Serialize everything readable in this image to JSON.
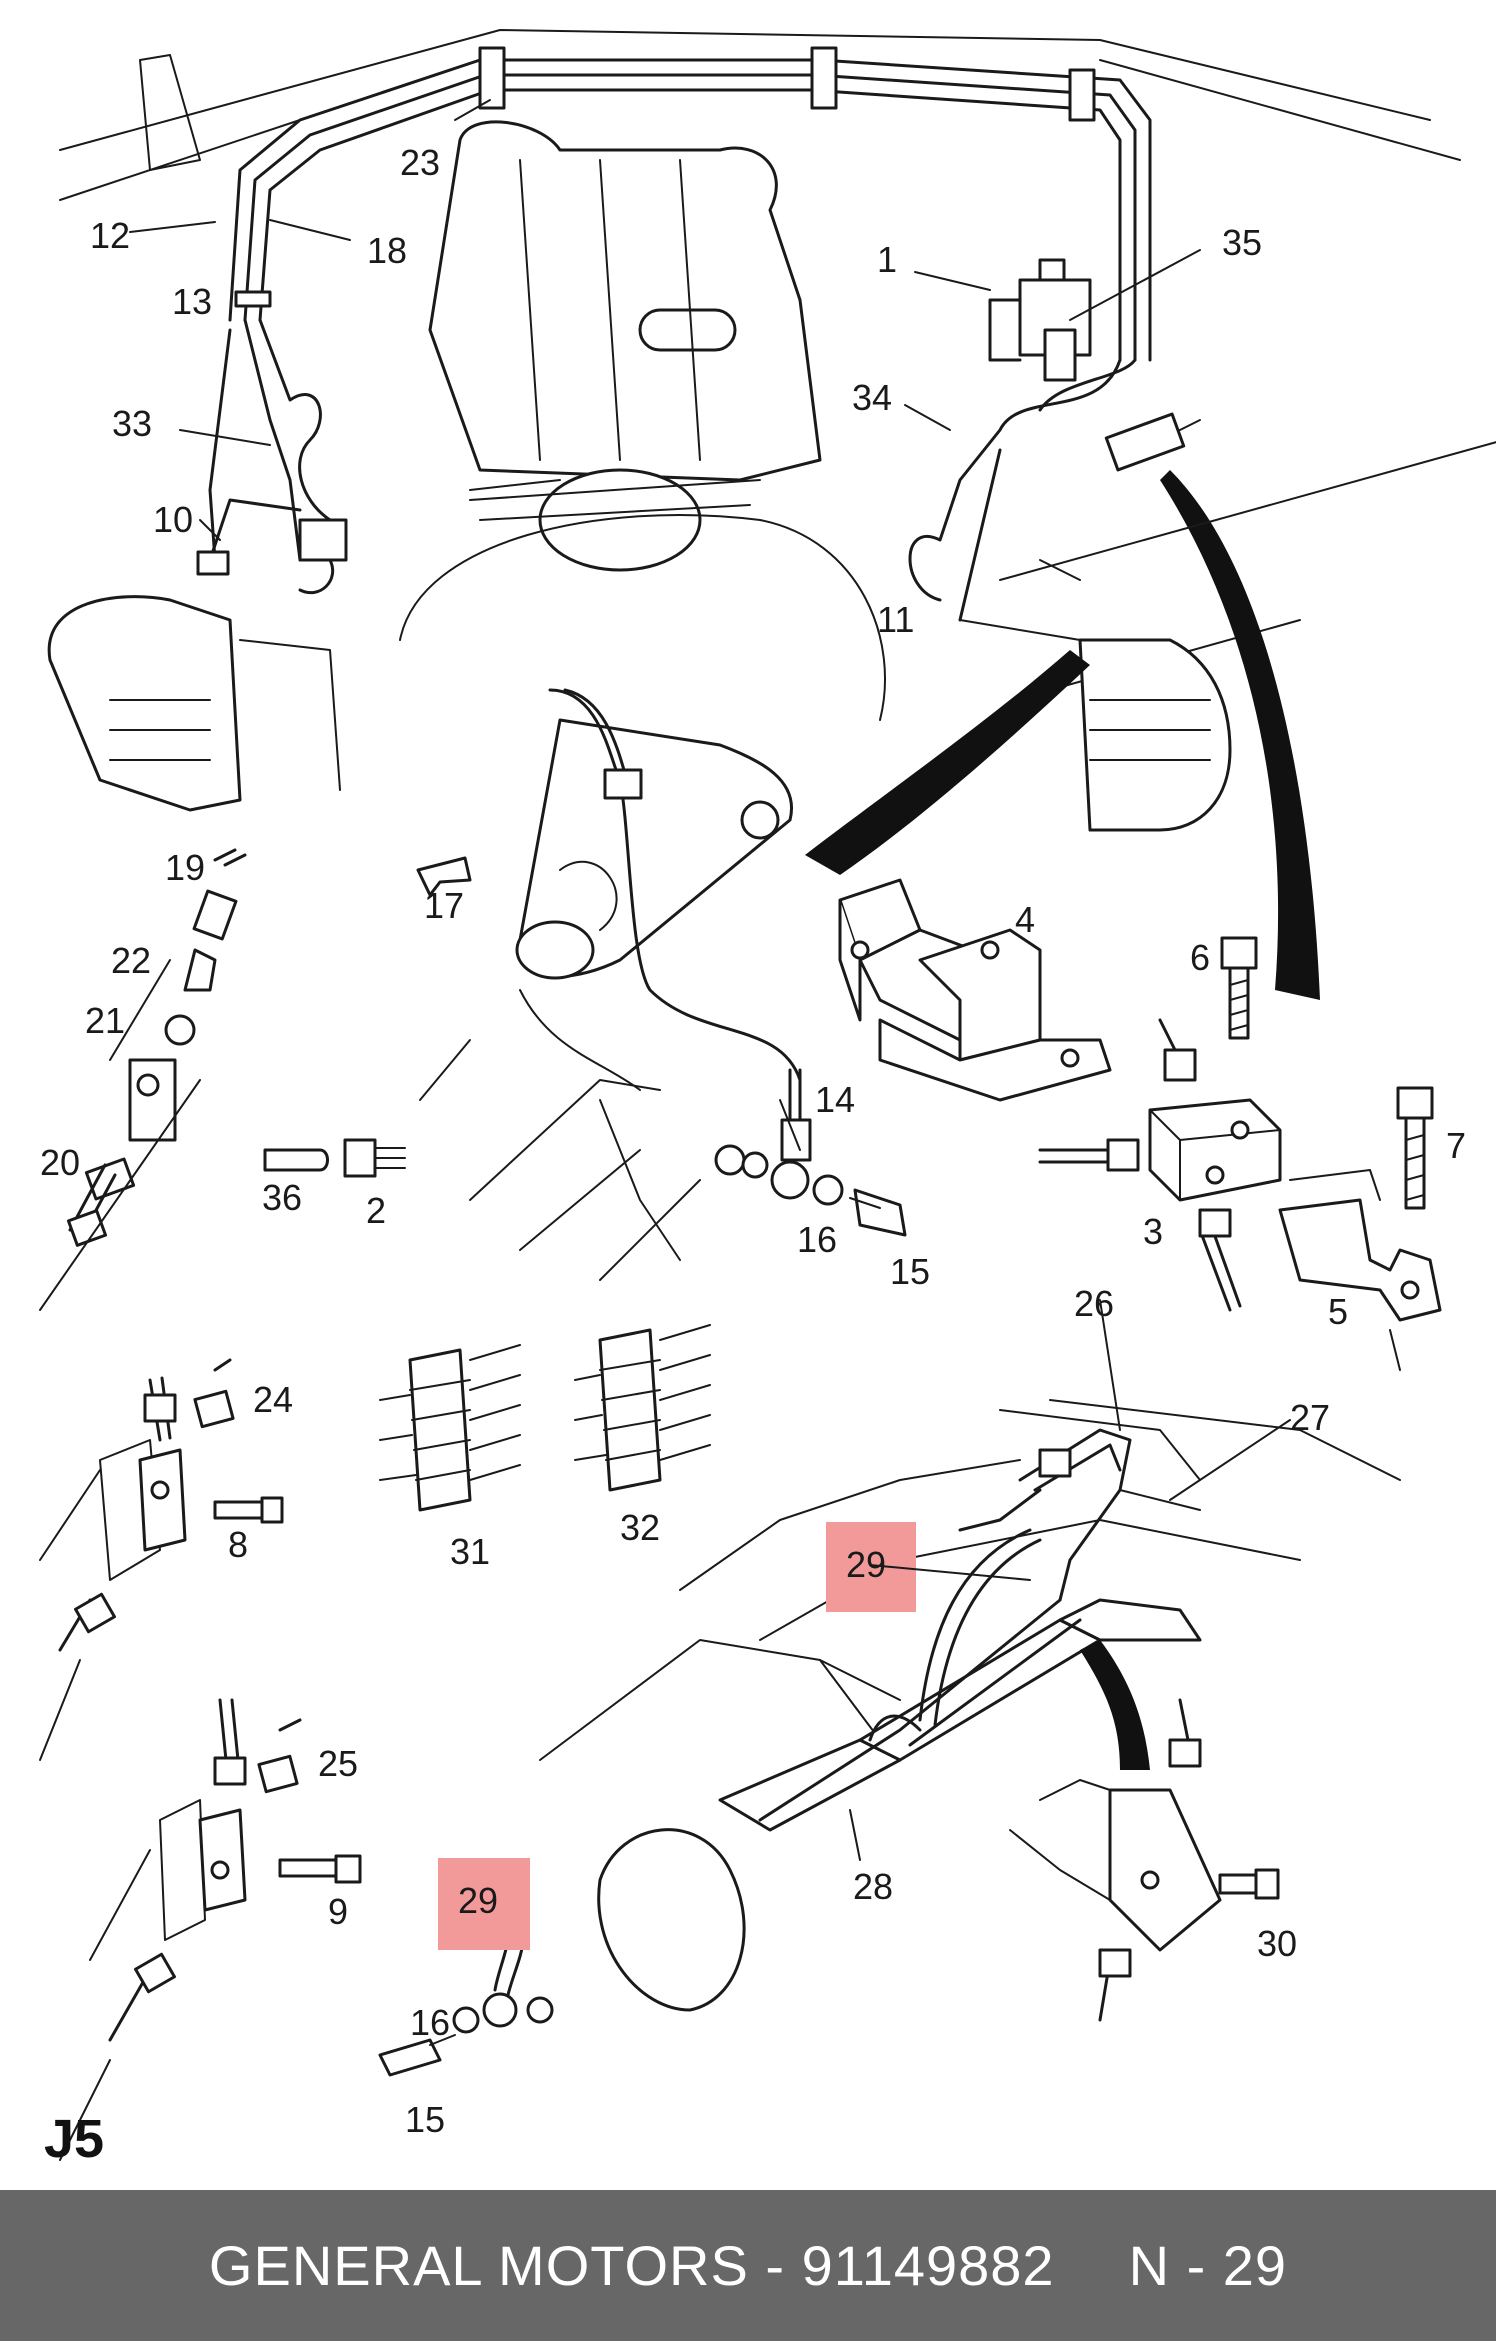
{
  "diagram": {
    "page_code": "J5",
    "callouts": [
      "1",
      "35",
      "34",
      "23",
      "12",
      "18",
      "13",
      "33",
      "10",
      "11",
      "17",
      "4",
      "14",
      "19",
      "22",
      "21",
      "20",
      "36",
      "2",
      "16",
      "15",
      "6",
      "7",
      "3",
      "5",
      "26",
      "27",
      "24",
      "8",
      "31",
      "32",
      "29",
      "29",
      "25",
      "9",
      "28",
      "30",
      "16",
      "15"
    ],
    "highlight_color": "#f29a9a"
  },
  "footer": {
    "brand": "GENERAL MOTORS",
    "dash": "-",
    "part_number": "91149882",
    "ref": "N - 29",
    "background": "#676767"
  }
}
